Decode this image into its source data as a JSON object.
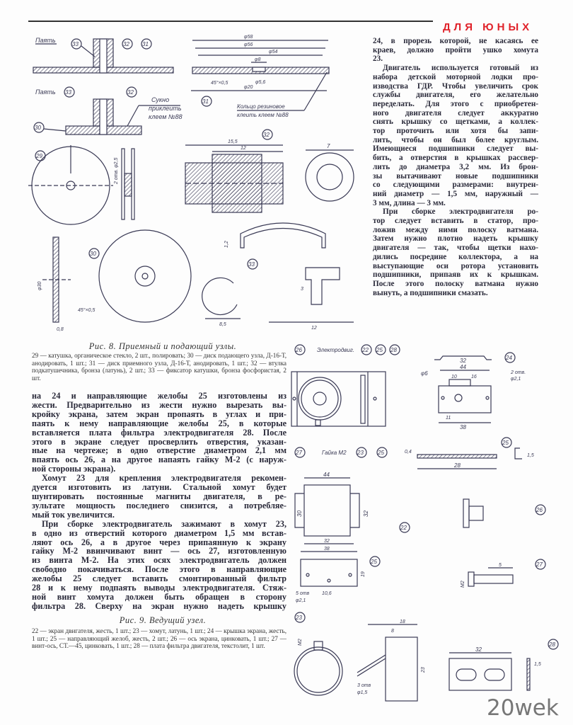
{
  "header": {
    "section": "ДЛЯ ЮНЫХ"
  },
  "right_column": {
    "lines": [
      "24, в прорезь которой, не касаясь ее",
      "краев, должно пройти ушко хомута",
      "23.",
      "Двигатель используется готовый из",
      "набора детской моторной лодки про-",
      "изводства ГДР. Чтобы увеличить срок",
      "службы двигателя, его желательно",
      "переделать. Для этого с приобретен-",
      "ного двигателя следует аккуратно",
      "снять крышку со щетками, а коллек-",
      "тор проточить или хотя бы запи-",
      "лить, чтобы он был более круглым.",
      "Имеющиеся подшипники следует вы-",
      "бить, а отверстия в крышках рассвер-",
      "лить до диаметра 3,2 мм. Из брон-",
      "зы вытачивают новые подшипники",
      "со следующими размерами: внутрен-",
      "ний диаметр — 1,5 мм, наружный —",
      "3 мм, длина — 3 мм.",
      "При сборке электродвигателя ро-",
      "тор следует вставить в статор, про-",
      "ложив между ними полоску ватмана.",
      "Затем нужно плотно надеть крышку",
      "двигателя — так, чтобы щетки нахо-",
      "дились посредине коллектора, а на",
      "выступающие оси ротора установить",
      "подшипники, припаяв их к крышкам.",
      "После этого полоску ватмана нужно",
      "вынуть, а подшипники смазать."
    ]
  },
  "main_column": {
    "lines": [
      "на 24 и направляющие желобы 25 изготовлены из",
      "жести. Предварительно из жести нужно вырезать вы-",
      "кройку экрана, затем экран пропаять в углах и при-",
      "паять к нему направляющие желобы 25, в которые",
      "вставляется плата фильтра электродвигателя 28. После",
      "этого в экране следует просверлить отверстия, указан-",
      "ные на чертеже; в одно отверстие диаметром 2,1 мм",
      "впаять ось 26, а на другое напаять гайку М-2 (с наруж-",
      "ной стороны экрана).",
      "Хомут 23 для крепления электродвигателя рекомен-",
      "дуется изготовить из латуни. Стальной хомут будет",
      "шунтировать постоянные магниты двигателя, в ре-",
      "зультате мощность последнего снизится, а потребляе-",
      "мый ток увеличится.",
      "При сборке электродвигатель зажимают в хомут 23,",
      "в одно из отверстий которого диаметром 1,5 мм встав-",
      "ляют ось 26, а в другое через припаянную к экрану",
      "гайку М-2 ввинчивают винт — ось 27, изготовленную",
      "из винта М-2. На этих осях электродвигатель должен",
      "свободно покачиваться. После этого в направляющие",
      "желобы 25 следует вставить смонтированный фильтр",
      "28 и к нему подпаять выводы электродвигателя. Стяж-",
      "ной винт хомута должен быть обращен в сторону",
      "фильтра 28. Сверху на экран нужно надеть крышку"
    ]
  },
  "fig8": {
    "caption": "Рис. 8. Приемный и подающий узлы.",
    "legend": "29 — катушка, органическое стекло, 2 шт., полировать; 30 — диск подающего узла, Д-16-Т, анодировать, 1 шт.; 31 — диск приемного узла, Д-16-Т, анодировать, 1 шт.; 32 — втулка подкатушечника, бронза (латунь), 2 шт.; 33 — фиксатор катушки, бронза фосфористая, 2 шт.",
    "labels": {
      "solder": "Паять",
      "cloth1": "Сукно",
      "cloth2": "приклеить",
      "cloth3": "клеем №88",
      "ring1": "Кольцо резиновое",
      "ring2": "клеить клеем №88"
    },
    "parts": [
      "29",
      "30",
      "31",
      "32",
      "33"
    ],
    "dims": [
      "φ58",
      "φ56",
      "φ54",
      "φ8",
      "φ5,6",
      "φ20",
      "45°×0,5",
      "15,5",
      "12",
      "7",
      "2 отв. φ2,5",
      "φ30",
      "8,5",
      "3",
      "1,2",
      "0,8"
    ]
  },
  "fig9": {
    "caption": "Рис. 9. Ведущий узел.",
    "legend": "22 — экран двигателя, жесть, 1 шт.; 23 — хомут, латунь, 1 шт.; 24 — крышка экрана, жесть, 1 шт.; 25 — направляющий желоб, жесть, 2 шт.; 26 — ось экрана, цинковать, 1 шт.; 27 — винт-ось, СТ.—45, цинковать, 1 шт.; 28 — плата фильтра двигателя, текстолит, 1 шт.",
    "labels": {
      "motor": "Электродвиг.",
      "nut": "Гайка М2",
      "holes2": "2 отв.",
      "d21": "φ2,1",
      "d6": "φ6",
      "holes5": "5 отв",
      "holes3": "3 отв",
      "d15": "φ1,5",
      "m2": "М2"
    },
    "parts": [
      "22",
      "23",
      "24",
      "25",
      "26",
      "27",
      "28"
    ],
    "dims": [
      "32",
      "44",
      "10",
      "16",
      "38",
      "11",
      "28",
      "30",
      "19",
      "38",
      "10,6",
      "18",
      "8",
      "23",
      "5",
      "1,5",
      "0,4"
    ]
  },
  "watermark": "20wek"
}
